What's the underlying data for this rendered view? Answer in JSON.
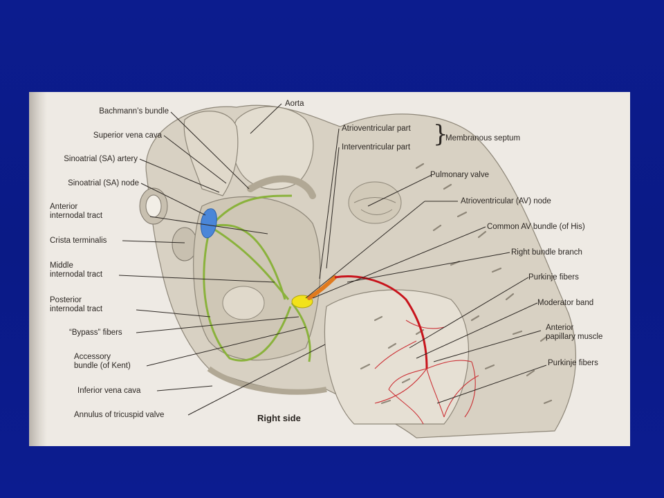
{
  "labels_left": {
    "bachmann": "Bachmann’s bundle",
    "svc": "Superior vena cava",
    "sa_artery": "Sinoatrial (SA) artery",
    "sa_node": "Sinoatrial (SA) node",
    "anterior_1": "Anterior",
    "anterior_2": "internodal tract",
    "crista": "Crista terminalis",
    "middle_1": "Middle",
    "middle_2": "internodal tract",
    "posterior_1": "Posterior",
    "posterior_2": "internodal tract",
    "bypass": "“Bypass” fibers",
    "accessory_1": "Accessory",
    "accessory_2": "bundle (of Kent)",
    "ivc": "Inferior vena cava",
    "annulus": "Annulus of tricuspid valve"
  },
  "labels_right": {
    "aorta": "Aorta",
    "av_part": "Atrioventricular part",
    "iv_part": "Interventricular part",
    "membranous": "Membranous septum",
    "pulmonary": "Pulmonary valve",
    "av_node": "Atrioventricular (AV) node",
    "his": "Common AV bundle (of His)",
    "rbb": "Right bundle branch",
    "purkinje_1": "Purkinje fibers",
    "moderator": "Moderator band",
    "papillary_1": "Anterior",
    "papillary_2": "papillary muscle",
    "purkinje_2": "Purkinje fibers"
  },
  "caption": "Right side",
  "colors": {
    "background": "#0c1c8e",
    "paper": "#eeeae4",
    "sa_node": "#4a86d8",
    "av_node": "#f2e21a",
    "bundle_his": "#e07a1e",
    "branch": "#c8141c",
    "tracts": "#8ab23c",
    "tissue": "#d9d3c6"
  }
}
